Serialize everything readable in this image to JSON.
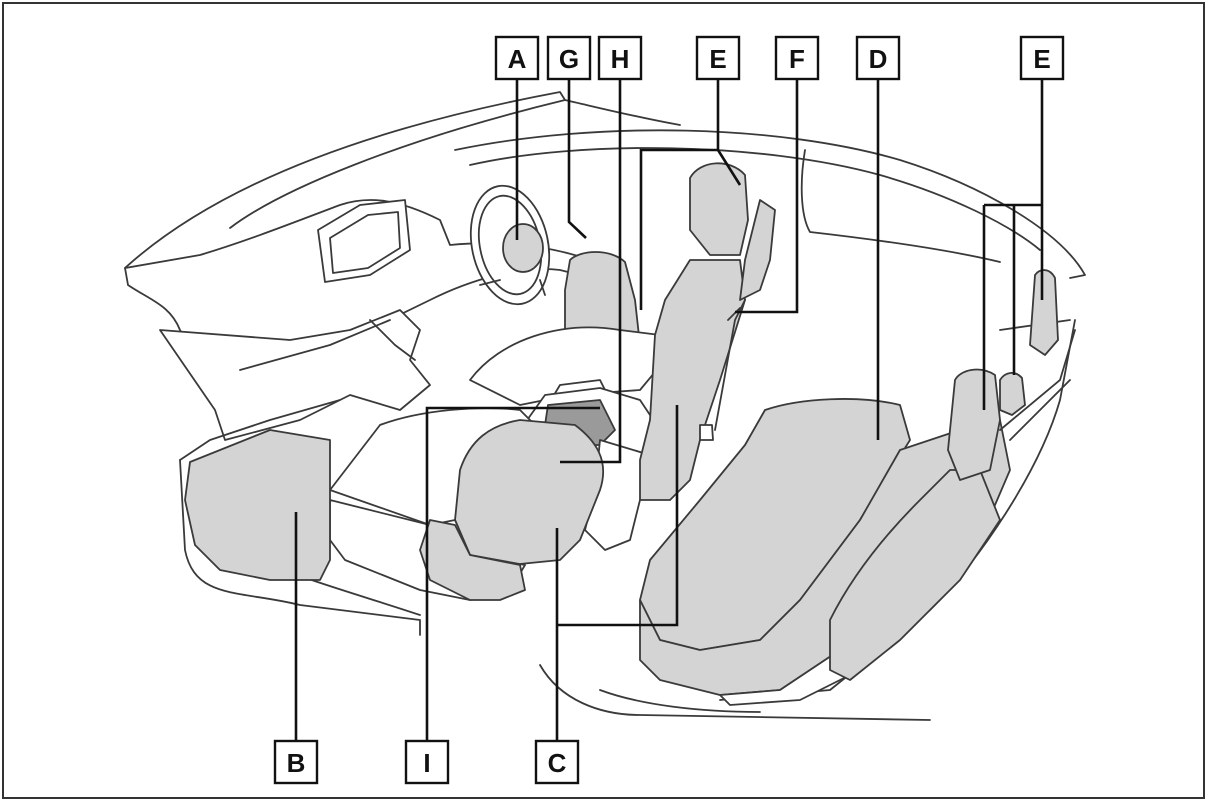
{
  "labels": {
    "A": "A",
    "G": "G",
    "H": "H",
    "E_front": "E",
    "F": "F",
    "D": "D",
    "E_rear": "E",
    "B": "B",
    "I": "I",
    "C": "C"
  },
  "colors": {
    "highlight": "#d4d4d4",
    "highlight_dark": "#9a9a9a",
    "line": "#3a3a3a",
    "label_border": "#111111"
  }
}
